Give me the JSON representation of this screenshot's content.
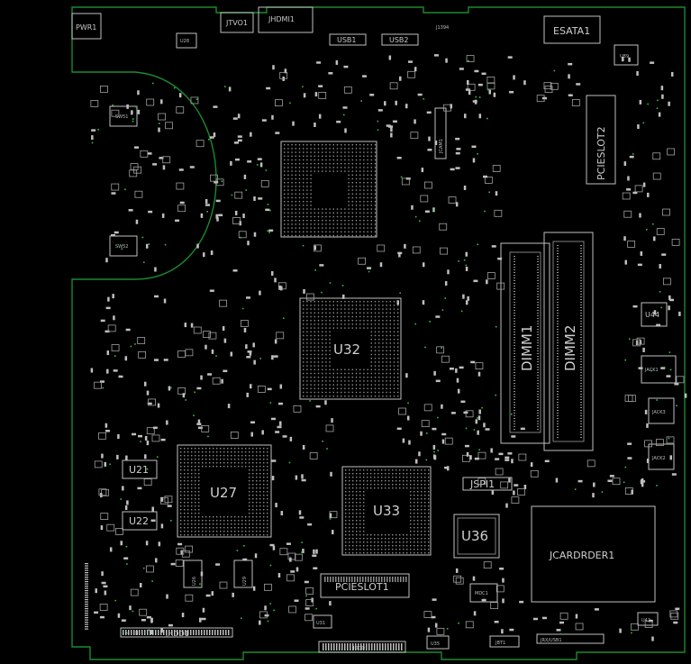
{
  "board": {
    "colors": {
      "background": "#000000",
      "outline": "#1a8a2e",
      "part": "#bfbfbf",
      "via": "#2fbf4a"
    },
    "labels": {
      "u32": "U32",
      "u27": "U27",
      "u33": "U33",
      "u36": "U36",
      "u21": "U21",
      "u22": "U22",
      "u44": "U44",
      "dimm1": "DIMM1",
      "dimm2": "DIMM2",
      "jcardrder": "JCARDRDER1",
      "pcieslot1": "PCIESLOT1",
      "pcieslot2": "PCIESLOT2",
      "esata": "ESATA1",
      "pwr": "PWR1",
      "jhdmi": "JHDMI1",
      "jtvo": "JTVO1",
      "usb1": "USB1",
      "usb2": "USB2",
      "jspi": "JSPI1",
      "jhdd": "JHDD1",
      "jack1": "JACK1",
      "jack2": "JACK2",
      "jack3": "JACK3",
      "jcam": "JCAM1",
      "mdc": "MDC1",
      "jbt": "JBT1",
      "u35": "U35",
      "u31": "U31",
      "u42": "U42",
      "u28": "U28",
      "u89": "U89",
      "u26": "U26",
      "u29": "U29",
      "sw1": "SW51",
      "sw2": "SW52",
      "jodd": "JODD",
      "jusb": "JRX/USB1",
      "j1394": "J1394"
    }
  }
}
